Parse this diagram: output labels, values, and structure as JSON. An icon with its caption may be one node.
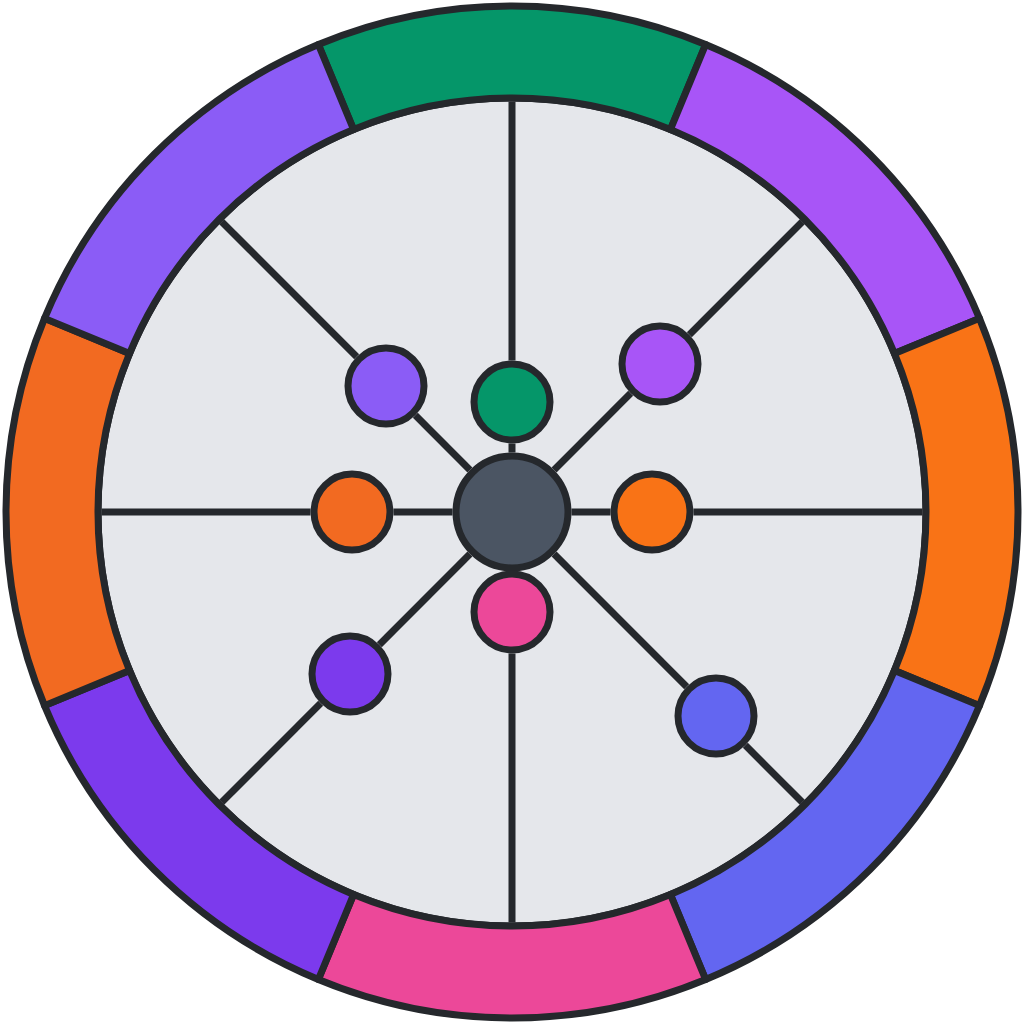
{
  "diagram": {
    "nodes": [
      {
        "text": [],
        "shape": "arc"
      },
      {
        "text": [],
        "shape": "arc"
      },
      {
        "text": [],
        "shape": "arc"
      },
      {
        "text": [],
        "shape": "arc"
      },
      {
        "text": [],
        "shape": "arc"
      },
      {
        "text": [],
        "shape": "arc"
      },
      {
        "text": [],
        "shape": "arc"
      },
      {
        "text": [],
        "shape": "arc"
      },
      {
        "text": [],
        "shape": "circle"
      },
      {
        "text": [],
        "shape": "circle"
      },
      {
        "text": [],
        "shape": "circle"
      },
      {
        "text": [],
        "shape": "circle"
      },
      {
        "text": [],
        "shape": "circle"
      },
      {
        "text": [],
        "shape": "circle"
      },
      {
        "text": [],
        "shape": "circle"
      },
      {
        "text": [],
        "shape": "circle"
      },
      {
        "text": [],
        "shape": "circle"
      }
    ],
    "edges": [
      {
        "from": 8,
        "to": 9,
        "arrow": "none"
      },
      {
        "from": 9,
        "to": 0,
        "arrow": "none"
      },
      {
        "from": 8,
        "to": 10,
        "arrow": "none"
      },
      {
        "from": 10,
        "to": 1,
        "arrow": "none"
      },
      {
        "from": 8,
        "to": 11,
        "arrow": "none"
      },
      {
        "from": 11,
        "to": 2,
        "arrow": "none"
      },
      {
        "from": 8,
        "to": 12,
        "arrow": "none"
      },
      {
        "from": 12,
        "to": 3,
        "arrow": "none"
      },
      {
        "from": 13,
        "to": 4,
        "arrow": "none"
      },
      {
        "from": 8,
        "to": 14,
        "arrow": "none"
      },
      {
        "from": 14,
        "to": 5,
        "arrow": "none"
      },
      {
        "from": 8,
        "to": 15,
        "arrow": "none"
      },
      {
        "from": 15,
        "to": 6,
        "arrow": "none"
      },
      {
        "from": 8,
        "to": 16,
        "arrow": "none"
      },
      {
        "from": 16,
        "to": 7,
        "arrow": "none"
      }
    ]
  }
}
